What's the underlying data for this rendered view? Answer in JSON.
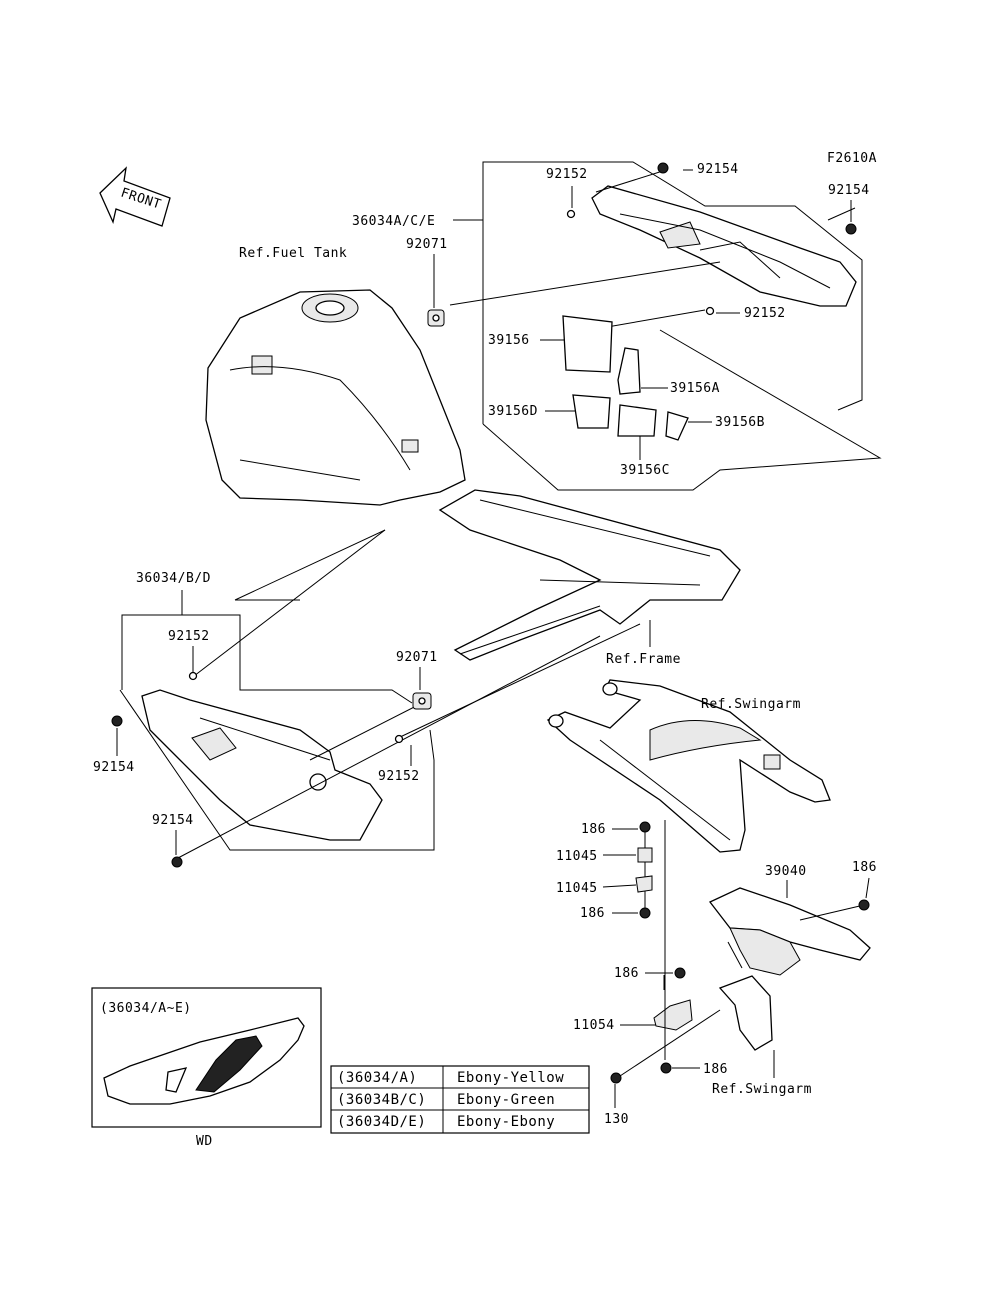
{
  "code": "F2610A",
  "front_label": "FRONT",
  "labels": {
    "fuel_tank": "Ref.Fuel Tank",
    "frame": "Ref.Frame",
    "swingarm_top": "Ref.Swingarm",
    "swingarm_bottom": "Ref.Swingarm",
    "p36034ace": "36034A/C/E",
    "p36034bd": "36034/B/D",
    "p92152_top": "92152",
    "p92154_top": "92154",
    "p92154_right": "92154",
    "p92071_top": "92071",
    "p92152_right": "92152",
    "p39156": "39156",
    "p39156a": "39156A",
    "p39156d": "39156D",
    "p39156b": "39156B",
    "p39156c": "39156C",
    "p92152_left": "92152",
    "p92154_left": "92154",
    "p92071_mid": "92071",
    "p92152_mid": "92152",
    "p92154_bottom": "92154",
    "p186_a": "186",
    "p11045_a": "11045",
    "p11045_b": "11045",
    "p186_b": "186",
    "p39040": "39040",
    "p186_c": "186",
    "p186_d": "186",
    "p11054": "11054",
    "p186_e": "186",
    "p130": "130"
  },
  "inset": {
    "title": "(36034/A~E)",
    "caption": "WD"
  },
  "color_table": [
    {
      "code": "(36034/A)",
      "color": "Ebony-Yellow"
    },
    {
      "code": "(36034B/C)",
      "color": "Ebony-Green"
    },
    {
      "code": "(36034D/E)",
      "color": "Ebony-Ebony"
    }
  ]
}
